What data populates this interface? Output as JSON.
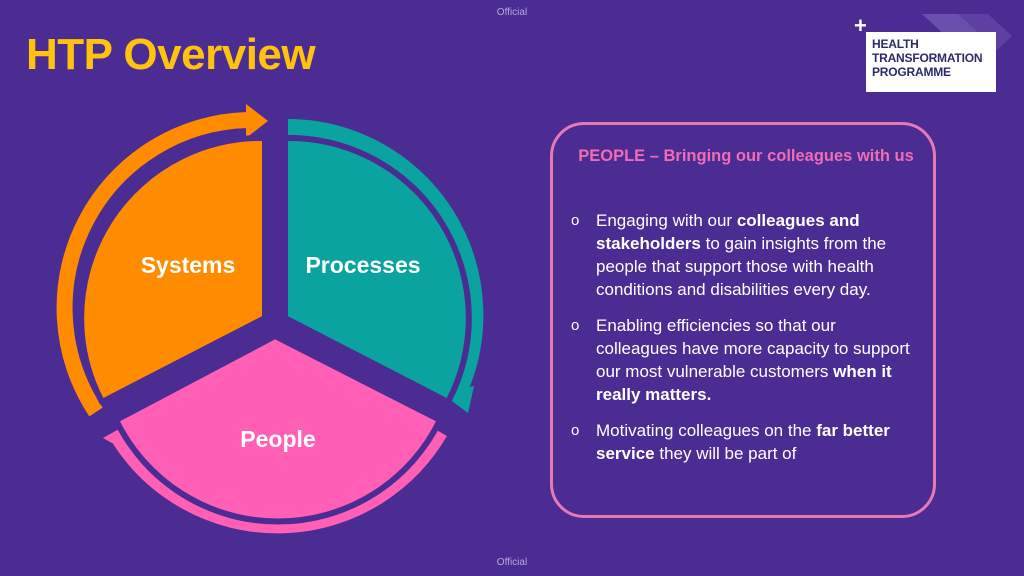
{
  "marks": {
    "top": "Official",
    "bottom": "Official"
  },
  "title": "HTP Overview",
  "logo": {
    "icon": "plus-icon",
    "lines": [
      "HEALTH",
      "TRANSFORMATION",
      "PROGRAMME"
    ]
  },
  "diagram": {
    "segments": [
      {
        "label": "Systems",
        "color": "#ff8c00"
      },
      {
        "label": "Processes",
        "color": "#0aa3a0"
      },
      {
        "label": "People",
        "color": "#ff5fb4"
      }
    ]
  },
  "panel": {
    "heading": "PEOPLE – Bringing our colleagues with us",
    "bullet_marker": "o",
    "bullets": [
      {
        "pre": "Engaging with our ",
        "bold": "colleagues and stakeholders",
        "post": " to gain insights from the people that support those with health conditions and disabilities every day."
      },
      {
        "pre": "Enabling efficiencies so that our colleagues have more capacity to support our most vulnerable customers ",
        "bold": "when it really matters.",
        "post": ""
      },
      {
        "pre": "Motivating colleagues on the ",
        "bold": "far better service",
        "post": " they will be part of"
      }
    ]
  }
}
